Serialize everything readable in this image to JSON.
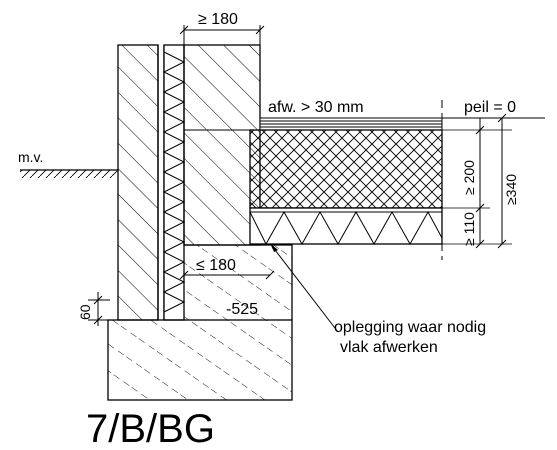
{
  "drawing": {
    "dimensions": {
      "wall_cavity_width": "≥ 180",
      "floor_height": "≥340",
      "insulation_thickness": "≥ 200",
      "slab_thickness": "≥ 110",
      "support_width": "≤ 180",
      "foundation_height": "60",
      "foundation_level": "-525"
    },
    "labels": {
      "ground_level": "m.v.",
      "floor_finish": "afw. > 30 mm",
      "reference_level": "peil = 0",
      "support_note_line1": "oplegging waar nodig",
      "support_note_line2": "vlak afwerken"
    },
    "code": "7/B/BG"
  }
}
